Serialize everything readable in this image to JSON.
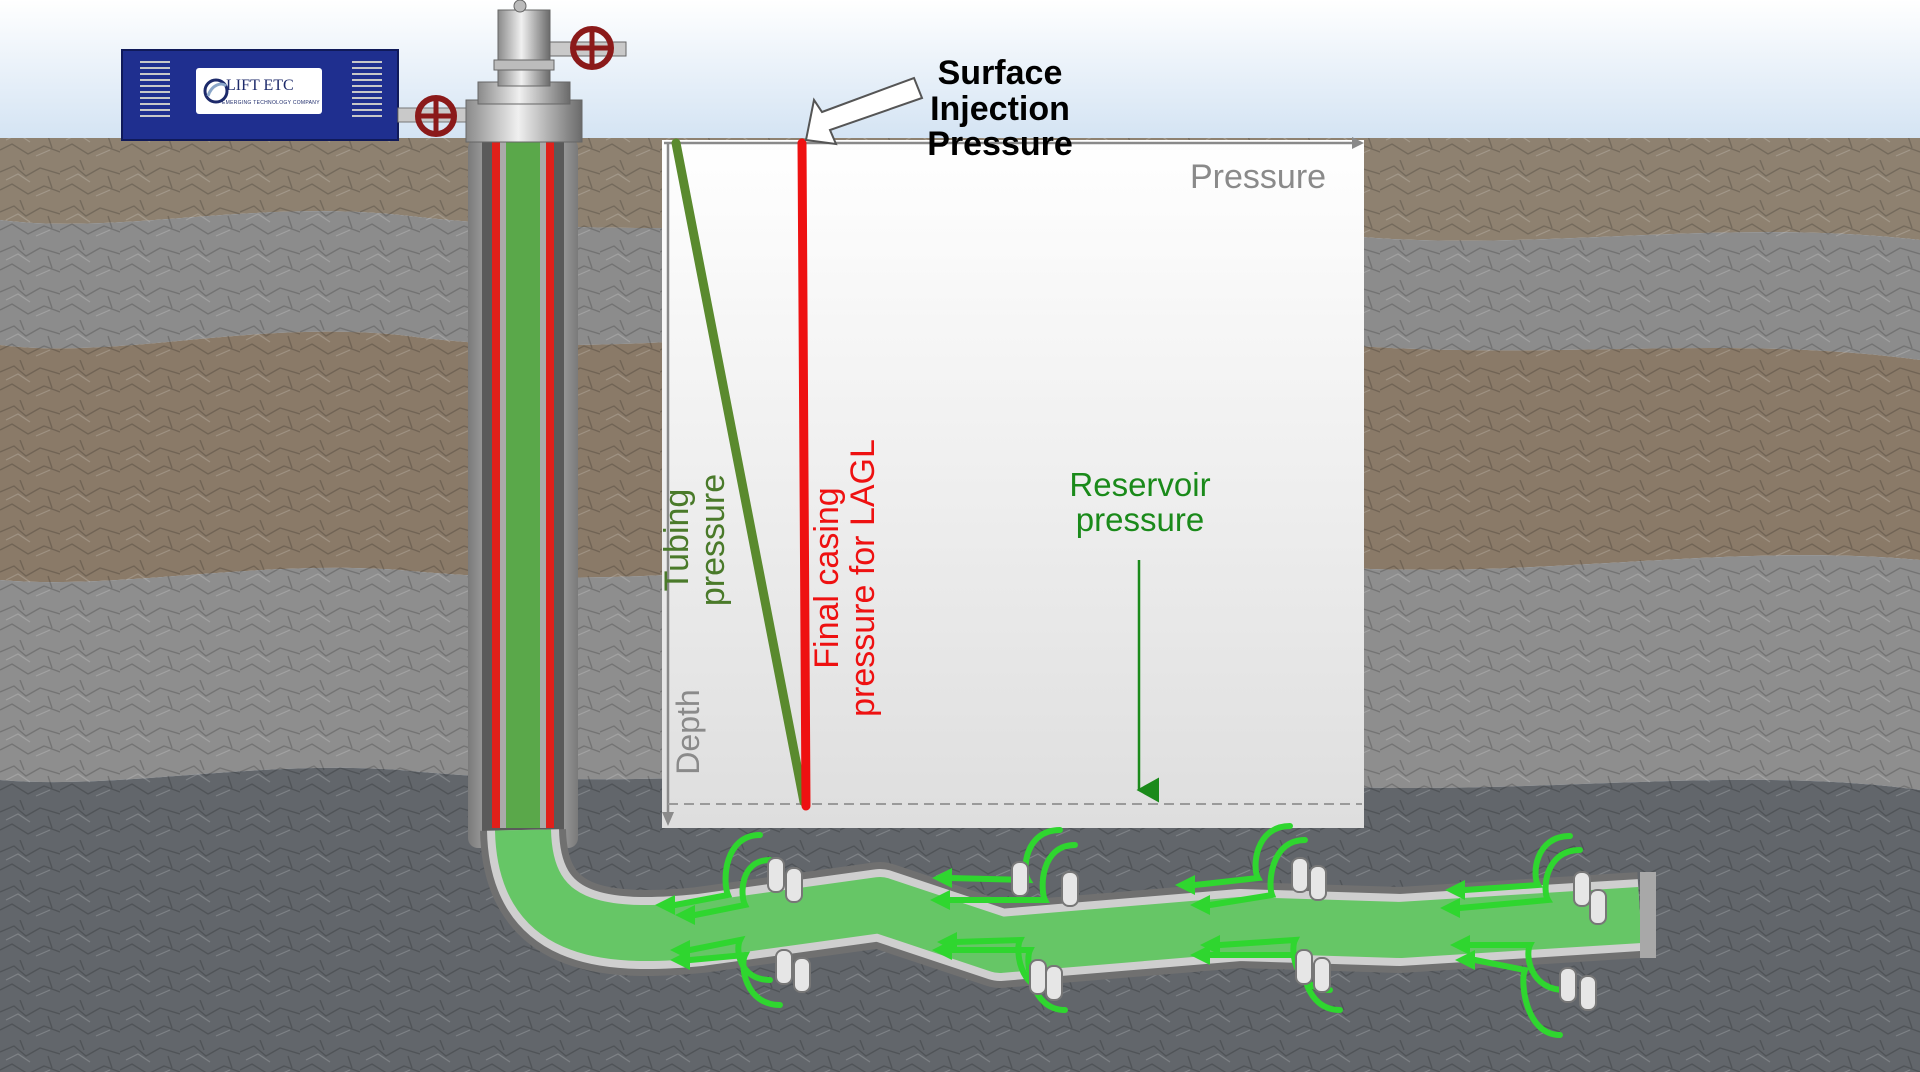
{
  "labels": {
    "surface_line1": "Surface",
    "surface_line2": "Injection",
    "surface_line3": "Pressure",
    "pressure_axis": "Pressure",
    "depth_axis": "Depth",
    "tubing_line1": "Tubing",
    "tubing_line2": "pressure",
    "casing_line1": "Final casing",
    "casing_line2": "pressure for LAGL",
    "reservoir_line1": "Reservoir",
    "reservoir_line2": "pressure"
  },
  "logo": {
    "brand": "LIFT ETC",
    "tagline": "EMERGING TECHNOLOGY COMPANY"
  },
  "colors": {
    "tubing_green": "#5a8a2e",
    "casing_red": "#ee1111",
    "reservoir_green": "#1a8a1a",
    "axis_gray": "#8a8a8a",
    "sky": "#dfe9f4",
    "rock_brown": "#8e8170",
    "rock_gray": "#8c8c8c",
    "rock_dark": "#5f6368",
    "unit_blue": "#1f2f8f"
  }
}
